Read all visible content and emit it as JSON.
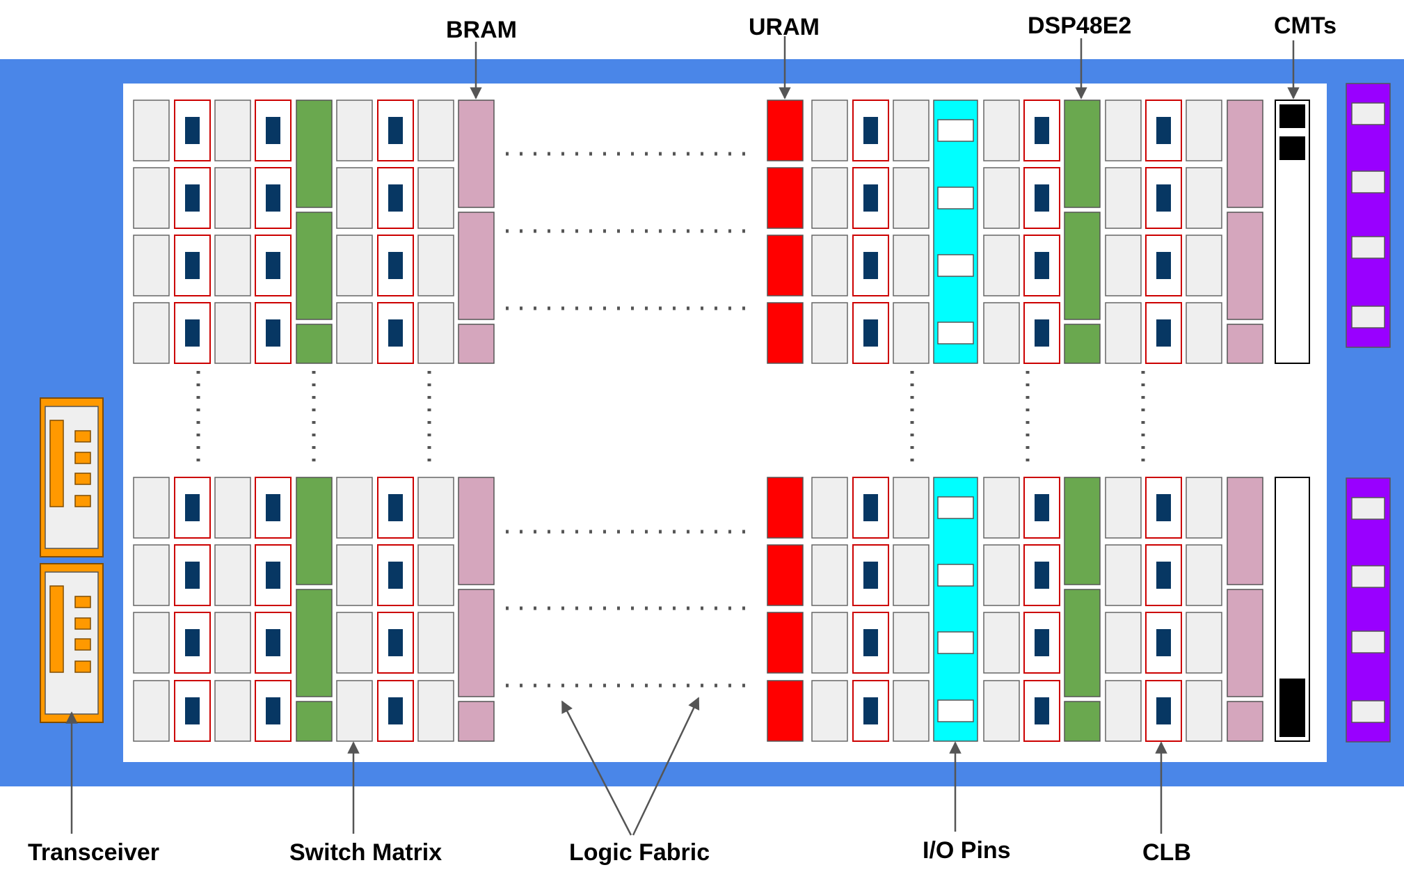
{
  "labels": {
    "bram": "BRAM",
    "uram": "URAM",
    "dsp": "DSP48E2",
    "cmts": "CMTs",
    "transceiver": "Transceiver",
    "switch_matrix": "Switch Matrix",
    "logic_fabric": "Logic Fabric",
    "io_pins": "I/O Pins",
    "clb": "CLB"
  },
  "colors": {
    "die_border": "#4a86e8",
    "fabric_bg": "#ffffff",
    "switch_tile": "#efefef",
    "clb_outline": "#cc0000",
    "clb_lut": "#073763",
    "dsp": "#6aa84f",
    "bram": "#d5a6bd",
    "uram": "#ff0000",
    "io": "#00ffff",
    "cmt_fill": "#000000",
    "transceiver": "#ff9900",
    "column_right": "#9900ff",
    "dots": "#555555",
    "arrow": "#555555"
  }
}
